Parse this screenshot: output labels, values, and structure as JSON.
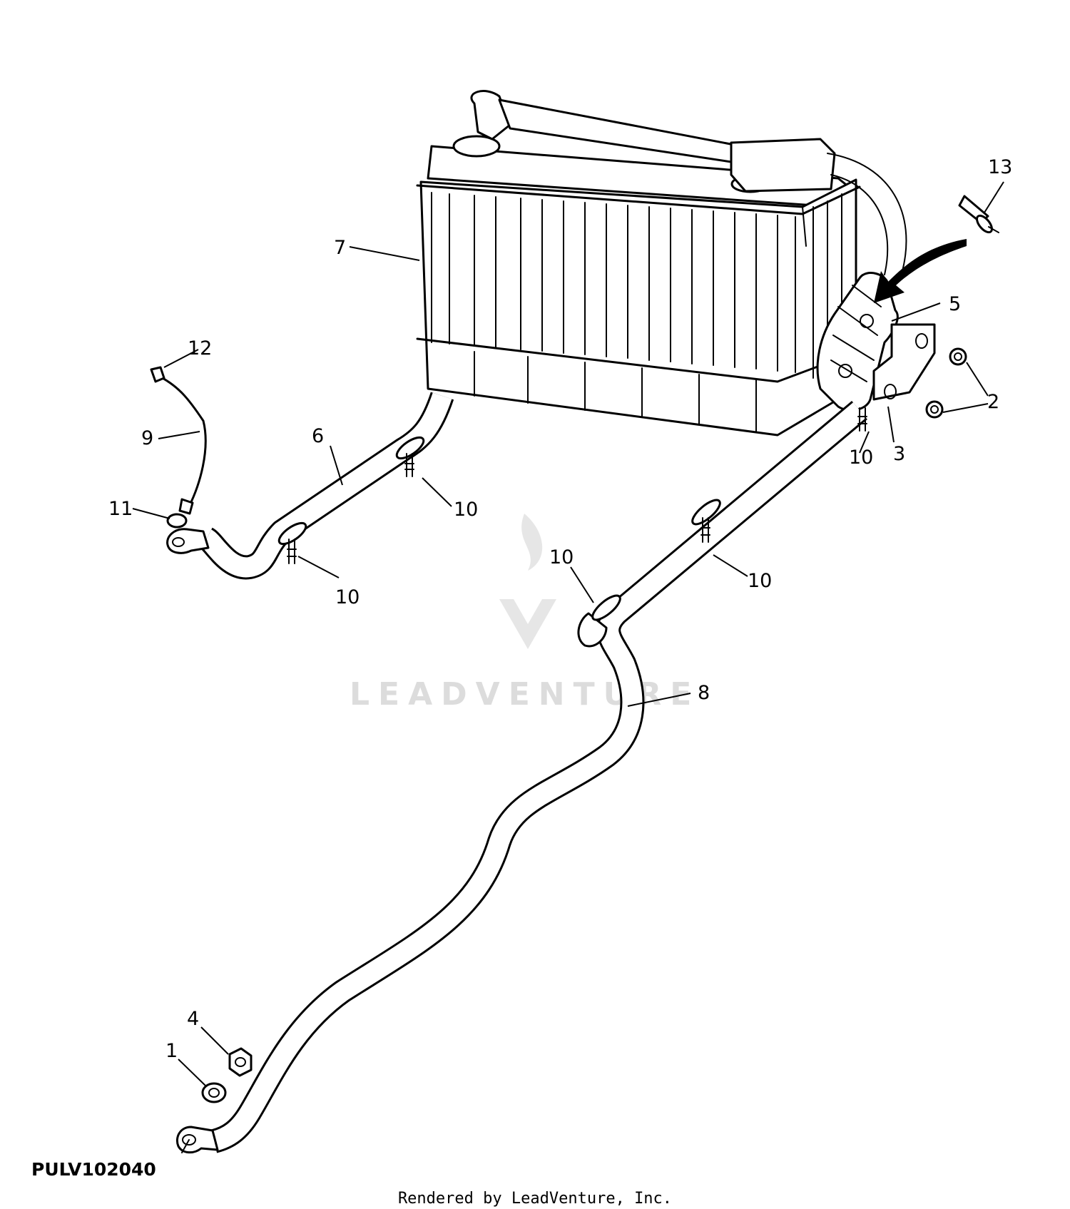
{
  "diagram": {
    "callouts": [
      "1",
      "2",
      "3",
      "4",
      "5",
      "6",
      "7",
      "8",
      "9",
      "10",
      "11",
      "12",
      "13"
    ],
    "watermark": "LEADVENTURE",
    "figure_code": "PULV102040",
    "footer": "Rendered by LeadVenture, Inc."
  }
}
